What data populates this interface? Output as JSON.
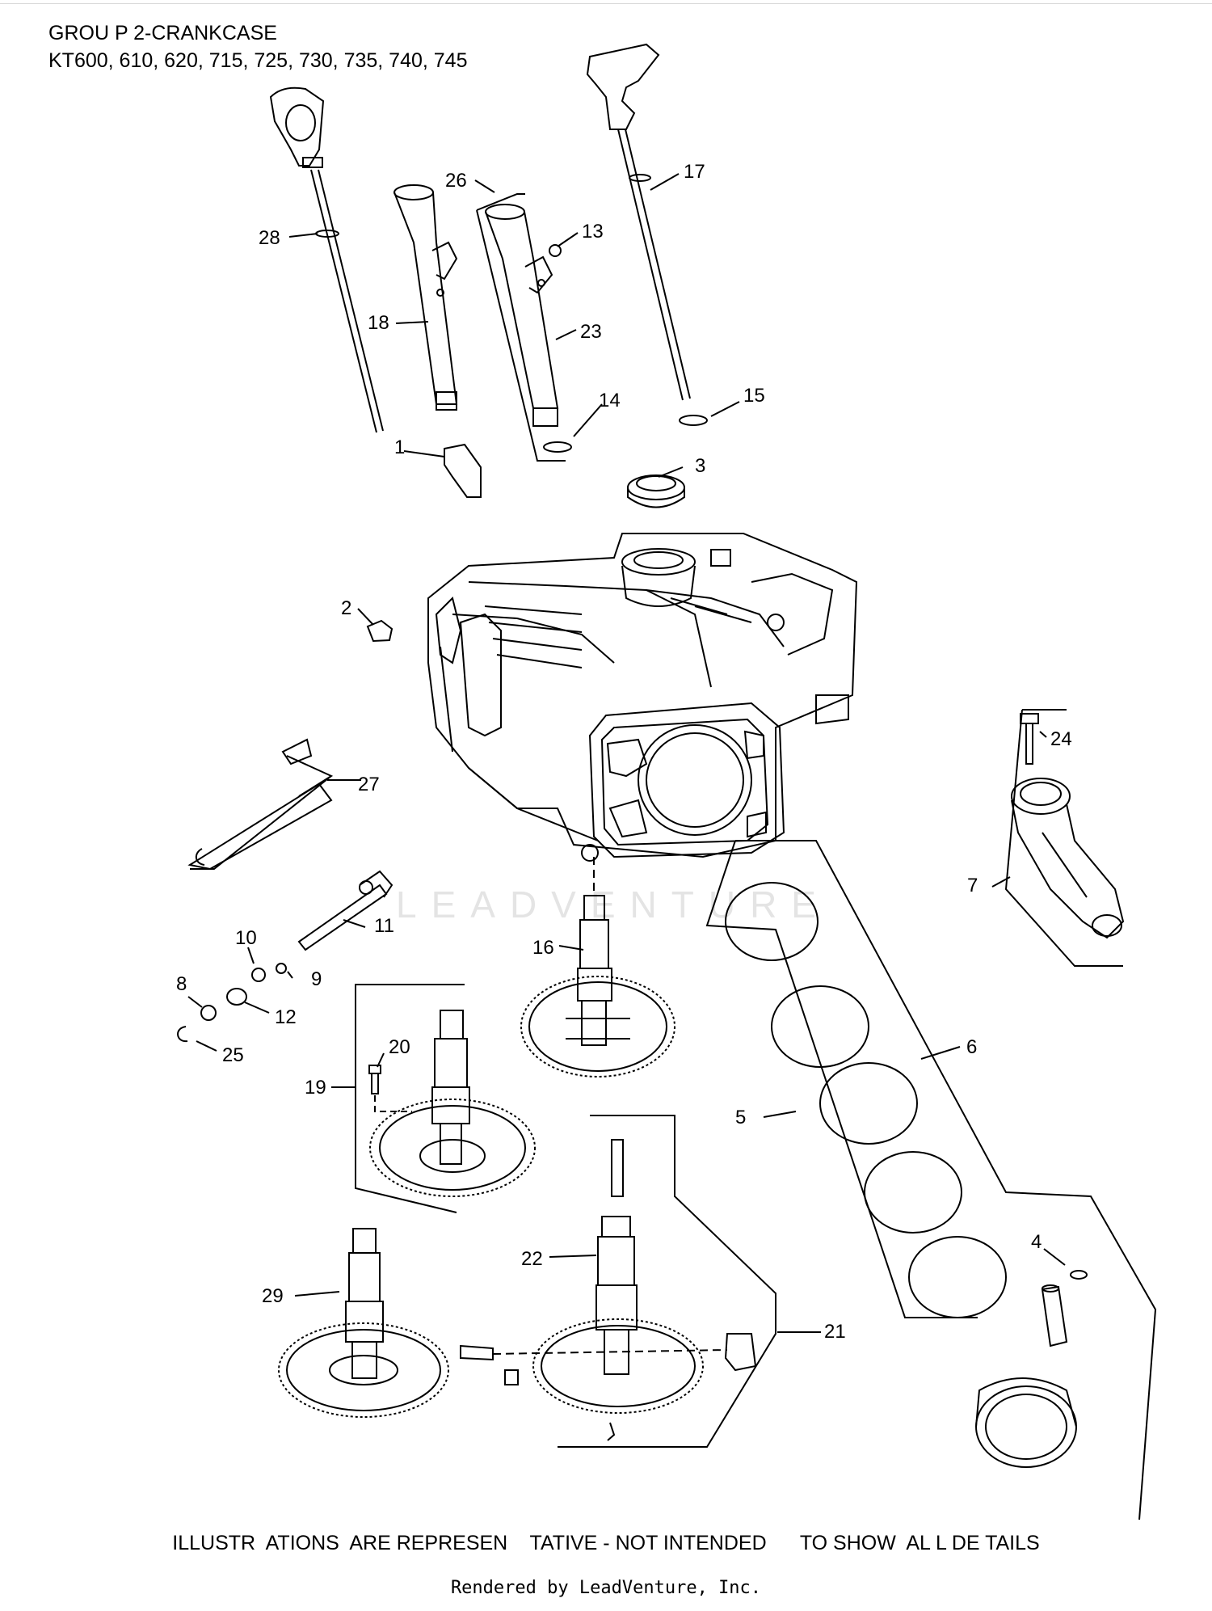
{
  "header": {
    "group": "GROU P 2-CRANKCASE",
    "models": "KT600, 610, 620, 715, 725, 730, 735, 740, 745"
  },
  "watermark": "LEADVENTURE",
  "callouts": [
    "1",
    "2",
    "3",
    "4",
    "5",
    "6",
    "7",
    "8",
    "9",
    "10",
    "11",
    "12",
    "13",
    "14",
    "15",
    "16",
    "17",
    "18",
    "19",
    "20",
    "21",
    "22",
    "23",
    "24",
    "25",
    "26",
    "27",
    "28",
    "29"
  ],
  "footer": {
    "disclaimer": "ILLUSTR  ATIONS  ARE REPRESEN    TATIVE - NOT INTENDED      TO SHOW  AL L DE TAILS",
    "rendered_by": "Rendered by LeadVenture, Inc."
  },
  "colors": {
    "line": "#000000",
    "watermark": "#e4e4e4",
    "background": "#ffffff"
  }
}
